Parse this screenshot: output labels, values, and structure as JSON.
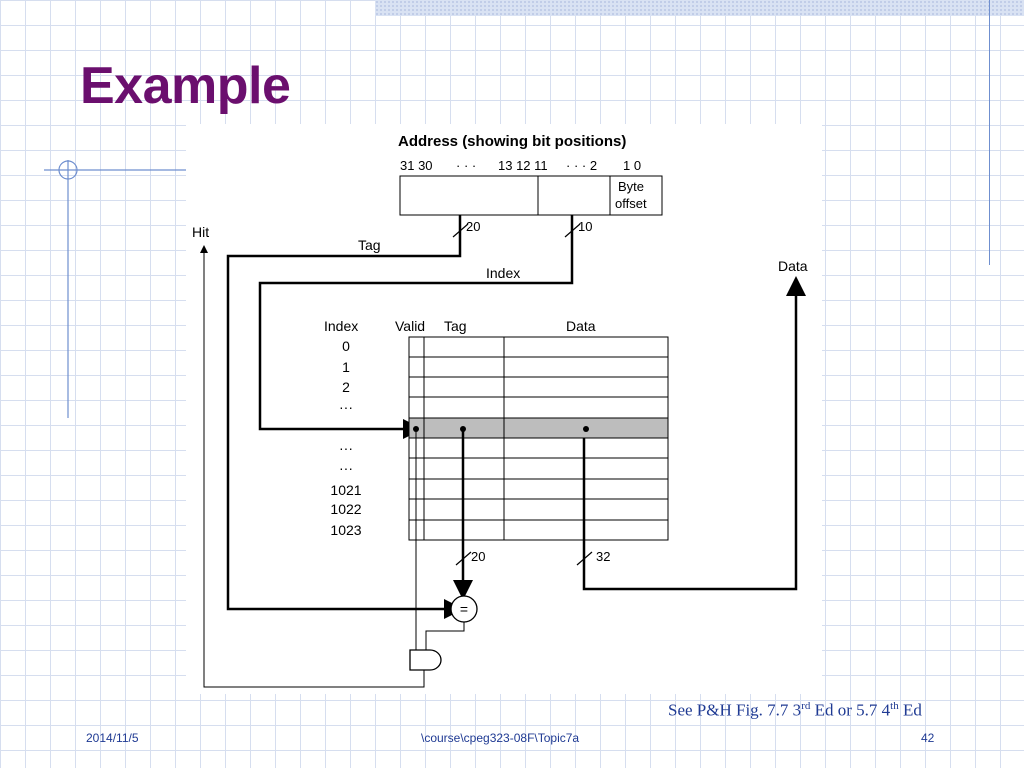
{
  "slide": {
    "title": "Example",
    "reference": {
      "part1": "See P&H Fig. 7.7 3",
      "sup1": "rd",
      "part2": " Ed or 5.7 4",
      "sup2": "th",
      "part3": " Ed"
    },
    "footer": {
      "date": "2014/11/5",
      "path": "\\course\\cpeg323-08F\\Topic7a",
      "page": "42"
    }
  },
  "diagram": {
    "address_title": "Address (showing bit positions)",
    "bit_left": "31 30",
    "bit_dots": "· · ·",
    "bit_mid": "13 12 11",
    "bit_dots2": "· · · 2",
    "bit_right": "1 0",
    "byte_offset_line1": "Byte",
    "byte_offset_line2": "offset",
    "tag_width": "20",
    "index_width": "10",
    "label_hit": "Hit",
    "label_tag": "Tag",
    "label_index": "Index",
    "label_data": "Data",
    "col_index": "Index",
    "col_valid": "Valid",
    "col_tag": "Tag",
    "col_data": "Data",
    "row_labels": [
      "0",
      "1",
      "2",
      "···",
      "",
      "···",
      "···",
      "1021",
      "1022",
      "1023"
    ],
    "cmp_width": "20",
    "data_width": "32",
    "comparator_symbol": "="
  },
  "colors": {
    "title": "#6b0f6e",
    "footer_text": "#1f3a93",
    "selected_row": "#bdbdbd",
    "grid": "#d6deef"
  }
}
